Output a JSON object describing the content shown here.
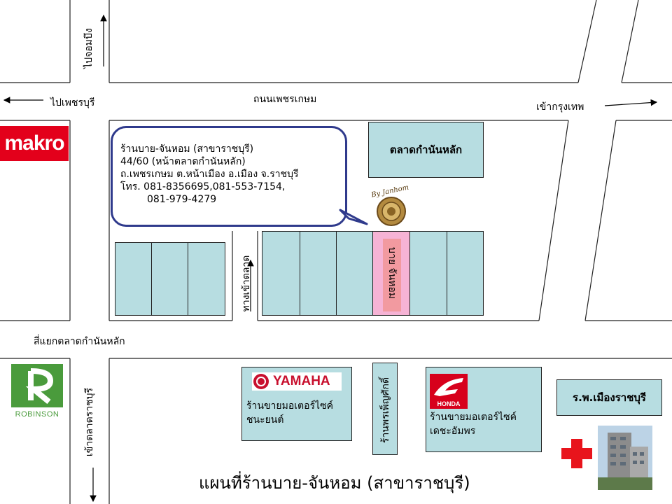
{
  "roads": {
    "main_road": "ถนนเพชรเกษม",
    "to_phetchaburi": "ไปเพชรบุรี",
    "to_bangkok": "เข้ากรุงเทพ",
    "to_chombueng": "ไปจอมบึง",
    "intersection": "สี่แยกตลาดกำนันหลัก",
    "to_ratchaburi_market": "เข้าตลาดราชบุรี",
    "market_entrance": "ทางเข้าตลาด"
  },
  "callout": {
    "line1": "ร้านบาย-จันหอม (สาขาราชบุรี)",
    "line2": "44/60 (หน้าตลาดกำนันหลัก)",
    "line3": "ถ.เพชรเกษม ต.หน้าเมือง อ.เมือง จ.ราชบุรี",
    "line4": "โทร. 081-8356695,081-553-7154,",
    "line5": "081-979-4279"
  },
  "landmarks": {
    "market": "ตลาดกำนันหลัก",
    "shop_label": "บาย จันหอม",
    "yamaha_shop": "ร้านขายมอเตอร์ไซค์ ชนะยนต์",
    "phonsak_shop": "ร้านพรเพ็ญศักดิ์",
    "honda_shop": "ร้านขายมอเตอร์ไซค์ เดชะอัมพร",
    "hospital": "ร.พ.เมืองราชบุรี"
  },
  "logos": {
    "makro": "makro",
    "robinson": "ROBINSON",
    "yamaha": "YAMAHA",
    "honda": "HONDA",
    "shop_brand": "By Janhom"
  },
  "title": "แผนที่ร้านบาย-จันหอม (สาขาราชบุรี)",
  "colors": {
    "block_fill": "#b7dde1",
    "shop_highlight": "#f6b3d5",
    "callout_border": "#2f3a8c",
    "makro_red": "#e3001b",
    "robinson_green": "#4a9b3c",
    "hospital_cross": "#e8141c"
  }
}
